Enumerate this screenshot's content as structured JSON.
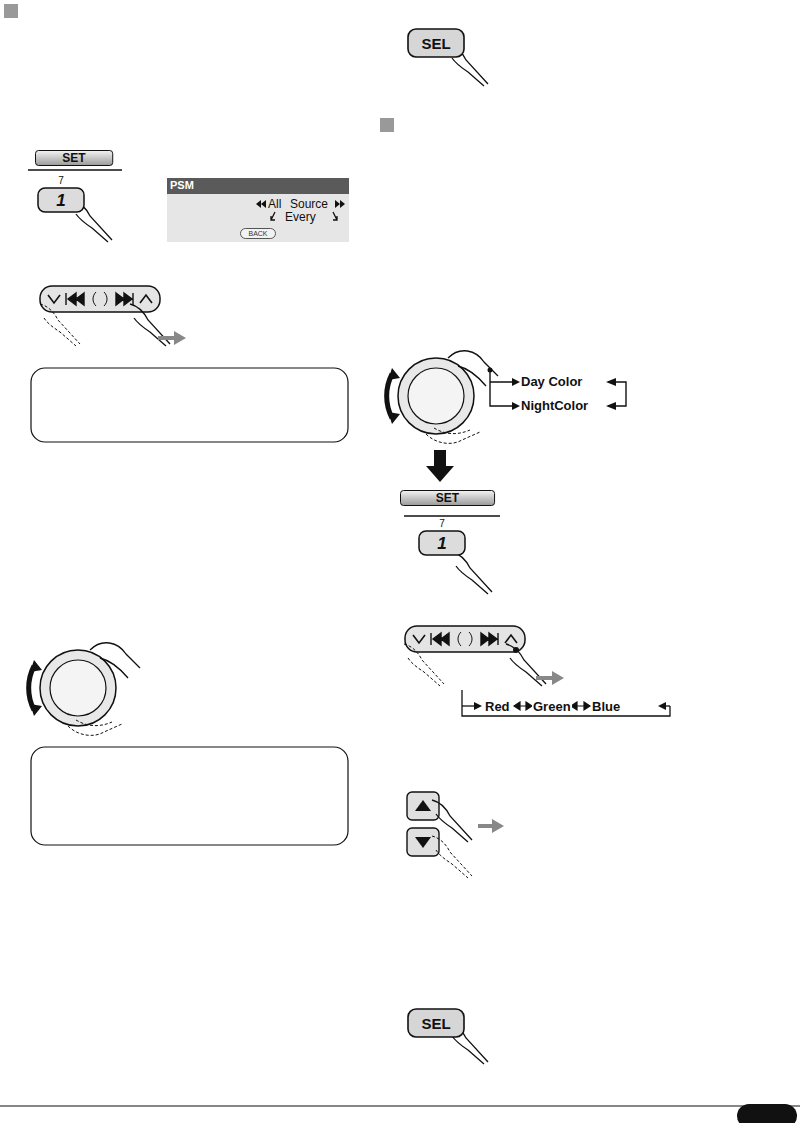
{
  "diagram": {
    "nodes": [
      {
        "text": [
          "SET"
        ]
      },
      {
        "text": [
          "7",
          "1"
        ]
      },
      {
        "text": [
          "PSM",
          "All",
          "Source",
          "Every"
        ]
      },
      {
        "text": [
          "BACK"
        ],
        "in": 2
      },
      {
        "text": [
          "SEL"
        ]
      },
      {
        "text": [
          "SET"
        ]
      },
      {
        "text": [
          "7",
          "1"
        ]
      },
      {
        "text": [
          "SEL"
        ]
      }
    ],
    "labels": [
      "Day Color",
      "NightColor",
      "Red",
      "Green",
      "Blue"
    ]
  }
}
